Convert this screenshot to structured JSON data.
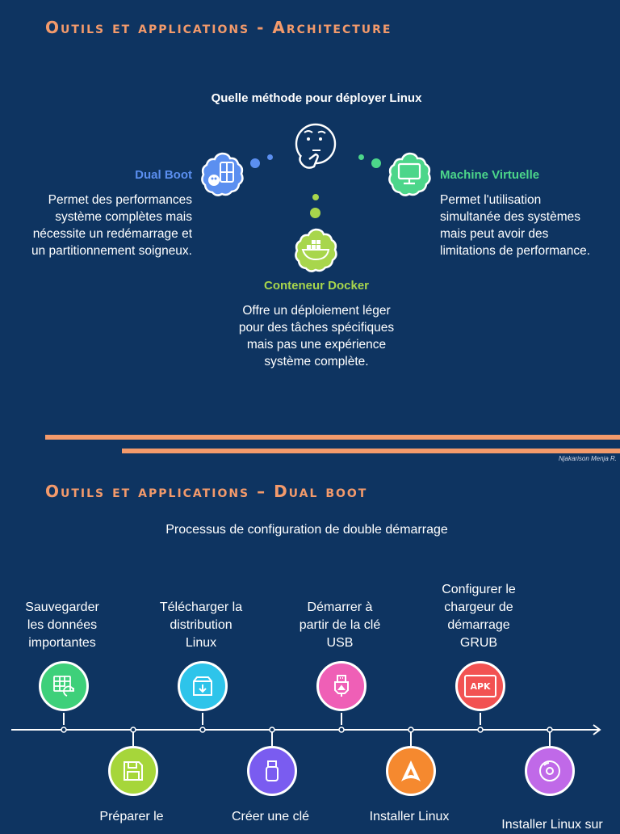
{
  "slide1": {
    "title": "Outils et applications - Architecture",
    "question": "Quelle méthode pour déployer Linux",
    "dual_boot": {
      "label": "Dual Boot",
      "color": "#5b8ff0",
      "desc": [
        "Permet des performances",
        "système complètes mais",
        "nécessite un redémarrage et",
        "un partitionnement soigneux."
      ]
    },
    "vm": {
      "label": "Machine Virtuelle",
      "color": "#4cd68a",
      "desc": [
        "Permet l'utilisation",
        "simultanée des systèmes",
        "mais peut avoir des",
        "limitations de performance."
      ]
    },
    "docker": {
      "label": "Conteneur Docker",
      "color": "#a8d64c",
      "desc": [
        "Offre un déploiement léger",
        "pour des tâches spécifiques",
        "mais pas une expérience",
        "système complète."
      ]
    },
    "author": "Njakarison Menja R."
  },
  "slide2": {
    "title": "Outils et applications – Dual boot",
    "subtitle": "Processus de configuration de double démarrage",
    "steps": [
      {
        "text": [
          "Sauvegarder",
          "les données",
          "importantes"
        ],
        "color": "#3ed07a",
        "icon": "spreadsheet-sync-icon"
      },
      {
        "text": [
          "Préparer le"
        ],
        "color": "#a6d63a",
        "icon": "floppy-disk-icon"
      },
      {
        "text": [
          "Télécharger la",
          "distribution",
          "Linux"
        ],
        "color": "#2ec4ea",
        "icon": "download-box-icon"
      },
      {
        "text": [
          "Créer une clé"
        ],
        "color": "#7a5cf0",
        "icon": "usb-stick-icon"
      },
      {
        "text": [
          "Démarrer à",
          "partir de la clé",
          "USB"
        ],
        "color": "#ef5fb6",
        "icon": "usb-icon"
      },
      {
        "text": [
          "Installer Linux"
        ],
        "color": "#f5892f",
        "icon": "arch-linux-icon"
      },
      {
        "text": [
          "Configurer le",
          "chargeur de",
          "démarrage",
          "GRUB"
        ],
        "color": "#f25252",
        "icon": "apk-icon"
      },
      {
        "text": [
          "Installer Linux sur"
        ],
        "color": "#c069e8",
        "icon": "disc-icon"
      }
    ],
    "apk_label": "APK"
  }
}
